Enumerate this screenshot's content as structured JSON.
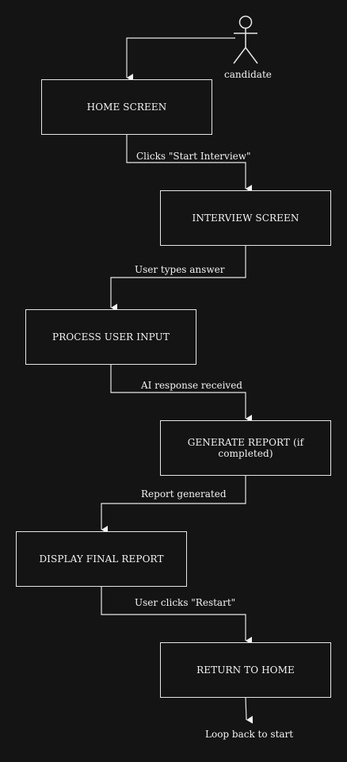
{
  "actor": {
    "label": "candidate",
    "icon": "stick-figure-actor-icon"
  },
  "nodes": [
    {
      "id": "home",
      "label": "HOME SCREEN"
    },
    {
      "id": "interview",
      "label": "INTERVIEW SCREEN"
    },
    {
      "id": "process",
      "label": "PROCESS USER INPUT"
    },
    {
      "id": "generate",
      "label": "GENERATE REPORT (if completed)"
    },
    {
      "id": "display",
      "label": "DISPLAY FINAL REPORT"
    },
    {
      "id": "return",
      "label": "RETURN TO HOME"
    }
  ],
  "edges": [
    {
      "from": "candidate",
      "to": "home",
      "label": ""
    },
    {
      "from": "home",
      "to": "interview",
      "label": "Clicks \"Start Interview\""
    },
    {
      "from": "interview",
      "to": "process",
      "label": "User types answer"
    },
    {
      "from": "process",
      "to": "generate",
      "label": "AI response received"
    },
    {
      "from": "generate",
      "to": "display",
      "label": "Report generated"
    },
    {
      "from": "display",
      "to": "return",
      "label": "User clicks \"Restart\""
    },
    {
      "from": "return",
      "to": "end",
      "label": ""
    }
  ],
  "end_label": "Loop back to start",
  "colors": {
    "background": "#141414",
    "stroke": "#e6e6e6",
    "text": "#f2f2f2"
  }
}
